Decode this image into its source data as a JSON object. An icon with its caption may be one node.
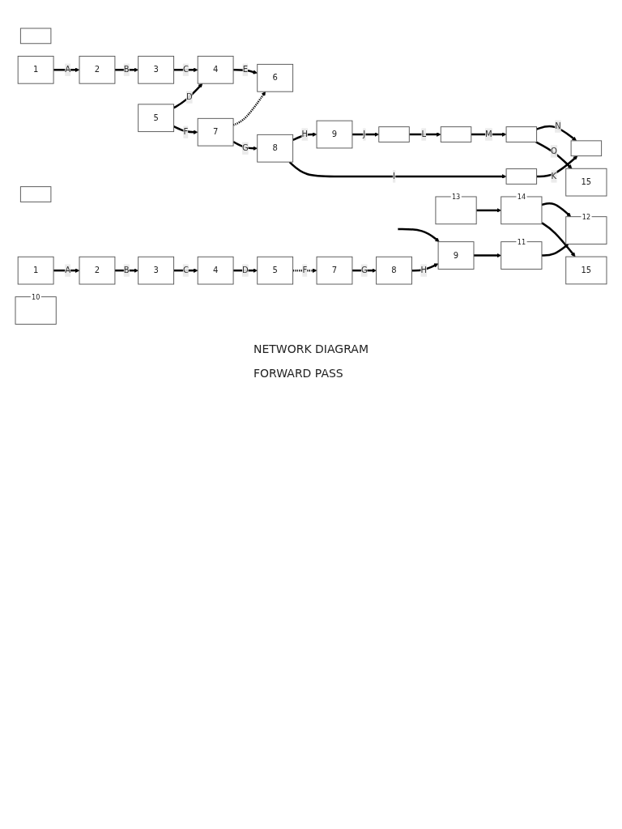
{
  "diagram": {
    "nodes": [
      {
        "text": [],
        "shape": "box"
      },
      {
        "text": [
          "1"
        ]
      },
      {
        "text": [
          "2"
        ]
      },
      {
        "text": [
          "3"
        ]
      },
      {
        "text": [
          "4"
        ]
      },
      {
        "text": [
          "5"
        ]
      },
      {
        "text": [
          "6"
        ]
      },
      {
        "text": [
          "7"
        ]
      },
      {
        "text": [
          "8"
        ]
      },
      {
        "text": [
          "9"
        ]
      },
      {
        "text": [],
        "shape": "box"
      },
      {
        "text": [],
        "shape": "box"
      },
      {
        "text": [],
        "shape": "box"
      },
      {
        "text": [],
        "shape": "box"
      },
      {
        "text": [],
        "shape": "box"
      },
      {
        "text": [
          "15"
        ]
      },
      {
        "text": [],
        "shape": "box"
      },
      {
        "text": [
          "1"
        ]
      },
      {
        "text": [
          "2"
        ]
      },
      {
        "text": [
          "3"
        ]
      },
      {
        "text": [
          "4"
        ]
      },
      {
        "text": [
          "5"
        ]
      },
      {
        "text": [
          "7"
        ]
      },
      {
        "text": [
          "8"
        ]
      },
      {
        "text": [
          "9"
        ]
      },
      {
        "text": [],
        "shape": "box",
        "beside": [
          "10"
        ]
      },
      {
        "text": [],
        "shape": "box",
        "beside": [
          "11"
        ]
      },
      {
        "text": [],
        "shape": "box",
        "beside": [
          "12"
        ]
      },
      {
        "text": [],
        "shape": "box",
        "beside": [
          "13"
        ]
      },
      {
        "text": [],
        "shape": "box",
        "beside": [
          "14"
        ]
      },
      {
        "text": [
          "15"
        ]
      }
    ],
    "edges": [
      {
        "from": 1,
        "to": 2,
        "arrow": "to",
        "label": "A"
      },
      {
        "from": 2,
        "to": 3,
        "arrow": "to",
        "label": "B"
      },
      {
        "from": 3,
        "to": 4,
        "arrow": "to",
        "label": "C"
      },
      {
        "from": 5,
        "to": 4,
        "arrow": "to",
        "label": "D"
      },
      {
        "from": 4,
        "to": 6,
        "arrow": "to",
        "label": "E"
      },
      {
        "from": 5,
        "to": 7,
        "arrow": "to",
        "label": "F"
      },
      {
        "from": 7,
        "to": 6,
        "arrow": "to",
        "style": "dashed"
      },
      {
        "from": 7,
        "to": 8,
        "arrow": "to",
        "label": "G"
      },
      {
        "from": 8,
        "to": 9,
        "arrow": "to",
        "label": "H"
      },
      {
        "from": 9,
        "to": 10,
        "arrow": "to",
        "label": "J"
      },
      {
        "from": 10,
        "to": 11,
        "arrow": "to",
        "label": "L"
      },
      {
        "from": 8,
        "to": 12,
        "arrow": "to",
        "label": "I"
      },
      {
        "from": 12,
        "to": 13,
        "arrow": "to",
        "label": "K"
      },
      {
        "from": 11,
        "to": 14,
        "arrow": "to",
        "label": "M"
      },
      {
        "from": 14,
        "to": 13,
        "arrow": "to",
        "label": "N"
      },
      {
        "from": 14,
        "to": 15,
        "arrow": "to",
        "label": "O"
      },
      {
        "from": 17,
        "to": 18,
        "arrow": "to",
        "label": "A"
      },
      {
        "from": 18,
        "to": 19,
        "arrow": "to",
        "label": "B"
      },
      {
        "from": 19,
        "to": 20,
        "arrow": "to",
        "label": "C"
      },
      {
        "from": 20,
        "to": 21,
        "arrow": "to",
        "label": "D"
      },
      {
        "from": 21,
        "to": 22,
        "arrow": "to",
        "label": "F",
        "style": "dashed"
      },
      {
        "from": 22,
        "to": 23,
        "arrow": "to",
        "label": "G"
      },
      {
        "from": 23,
        "to": 24,
        "arrow": "to",
        "label": "H"
      },
      {
        "from": null,
        "to": 24,
        "arrow": "to"
      },
      {
        "from": 24,
        "to": 26,
        "arrow": "to"
      },
      {
        "from": 26,
        "to": 27,
        "arrow": "to"
      },
      {
        "from": 28,
        "to": 29,
        "arrow": "to"
      },
      {
        "from": 29,
        "to": 27,
        "arrow": "to"
      },
      {
        "from": 29,
        "to": 30,
        "arrow": "to"
      }
    ],
    "labels": [
      "NETWORK DIAGRAM",
      "FORWARD PASS"
    ]
  }
}
